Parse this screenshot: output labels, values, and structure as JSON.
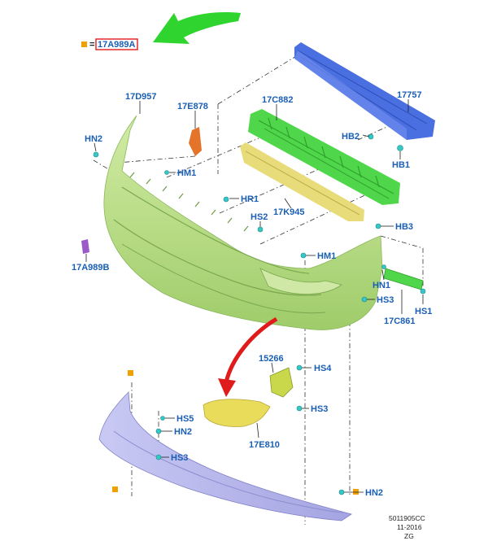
{
  "legend": {
    "part_number": "17A989A",
    "equals": "="
  },
  "parts": {
    "p17D957": "17D957",
    "p17E878": "17E878",
    "p17C882": "17C882",
    "p17757": "17757",
    "pHN2_a": "HN2",
    "pHB2": "HB2",
    "pHB1": "HB1",
    "pHM1_a": "HM1",
    "pHR1": "HR1",
    "p17K945": "17K945",
    "pHS2": "HS2",
    "pHB3": "HB3",
    "p17A989B": "17A989B",
    "pHM1_b": "HM1",
    "pHN1": "HN1",
    "pHS3_a": "HS3",
    "pHS1": "HS1",
    "p17C861": "17C861",
    "p15266": "15266",
    "pHS4": "HS4",
    "pHS5": "HS5",
    "pHS3_b": "HS3",
    "pHN2_b": "HN2",
    "pHS3_c": "HS3",
    "p17E810": "17E810",
    "pHN2_c": "HN2"
  },
  "footer": {
    "code": "5011905CC",
    "date": "11-2016",
    "initials": "ZG"
  },
  "colors": {
    "label": "#1a5fb4",
    "cover": "#b9de86",
    "reinforcement": "#4a6fe0",
    "absorber": "#4fd64a",
    "deflector": "#e8dc7a",
    "lower_lip": "#b4b4ea",
    "arrow_green": "#2fd42f",
    "arrow_red": "#e01b1b",
    "fastener": "#36c7c7",
    "marker": "#f0a000"
  }
}
